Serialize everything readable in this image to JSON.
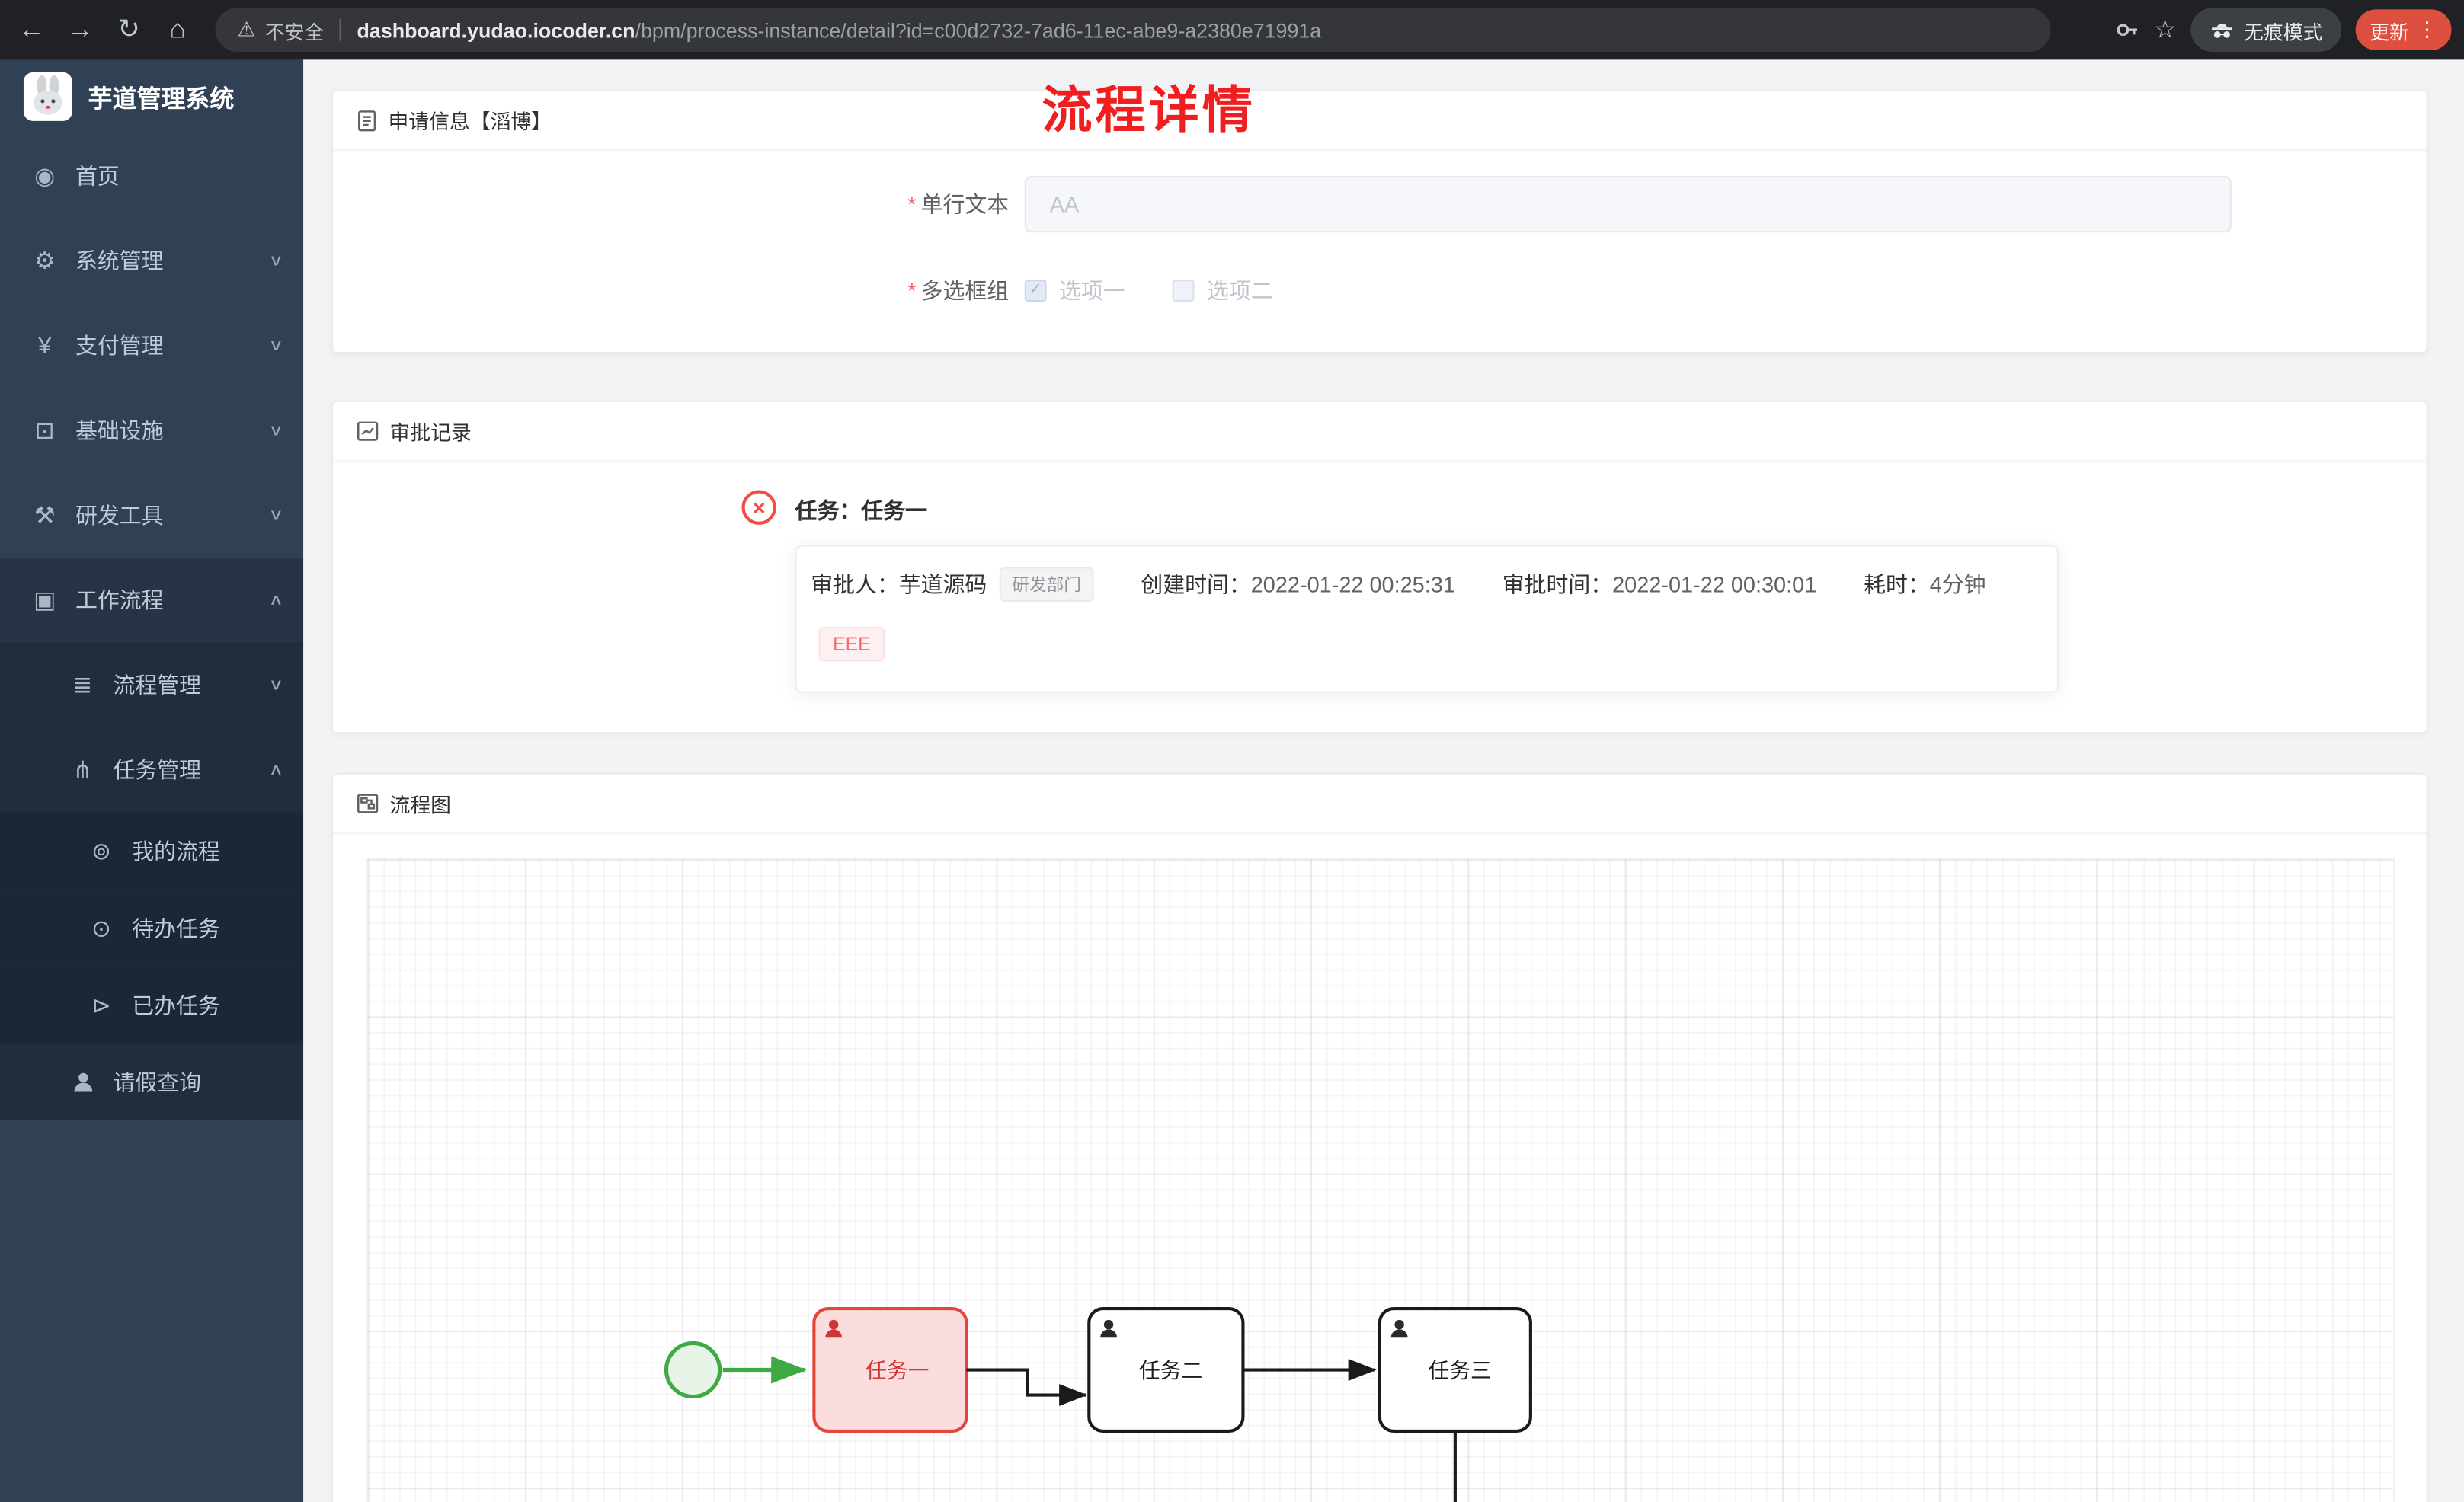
{
  "browser": {
    "security_label": "不安全",
    "url_domain": "dashboard.yudao.iocoder.cn",
    "url_path": "/bpm/process-instance/detail?id=c00d2732-7ad6-11ec-abe9-a2380e71991a",
    "incognito_label": "无痕模式",
    "update_label": "更新"
  },
  "sidebar": {
    "app_title": "芋道管理系统",
    "items": [
      {
        "label": "首页",
        "icon": "dashboard-icon",
        "level": 1
      },
      {
        "label": "系统管理",
        "icon": "gear-icon",
        "level": 1,
        "expanded": false
      },
      {
        "label": "支付管理",
        "icon": "payment-icon",
        "level": 1,
        "expanded": false
      },
      {
        "label": "基础设施",
        "icon": "infrastructure-icon",
        "level": 1,
        "expanded": false
      },
      {
        "label": "研发工具",
        "icon": "devtools-icon",
        "level": 1,
        "expanded": false
      },
      {
        "label": "工作流程",
        "icon": "workflow-icon",
        "level": 1,
        "expanded": true
      },
      {
        "label": "流程管理",
        "icon": "process-management-icon",
        "level": 2,
        "expanded": false
      },
      {
        "label": "任务管理",
        "icon": "task-management-icon",
        "level": 2,
        "expanded": true
      },
      {
        "label": "我的流程",
        "icon": "my-process-icon",
        "level": 3
      },
      {
        "label": "待办任务",
        "icon": "todo-task-icon",
        "level": 3
      },
      {
        "label": "已办任务",
        "icon": "done-task-icon",
        "level": 3
      },
      {
        "label": "请假查询",
        "icon": "leave-query-icon",
        "level": 2
      }
    ]
  },
  "page": {
    "title": "流程详情"
  },
  "apply_card": {
    "header": "申请信息【滔博】",
    "fields": [
      {
        "label": "单行文本",
        "required": true,
        "type": "input",
        "value": "AA"
      },
      {
        "label": "多选框组",
        "required": true,
        "type": "checkbox-group",
        "options": [
          {
            "label": "选项一",
            "checked": true
          },
          {
            "label": "选项二",
            "checked": false
          }
        ]
      }
    ]
  },
  "approval_card": {
    "header": "审批记录",
    "tasks": [
      {
        "title": "任务：任务一",
        "status": "rejected",
        "approver_label": "审批人：",
        "approver_name": "芋道源码",
        "approver_dept": "研发部门",
        "created_label": "创建时间：",
        "created_time": "2022-01-22 00:25:31",
        "approved_label": "审批时间：",
        "approved_time": "2022-01-22 00:30:01",
        "duration_label": "耗时：",
        "duration": "4分钟",
        "reason": "EEE"
      }
    ]
  },
  "diagram_card": {
    "header": "流程图",
    "nodes": [
      {
        "id": "start",
        "type": "startEvent",
        "status": "completed"
      },
      {
        "id": "task-1",
        "type": "userTask",
        "label": "任务一",
        "status": "rejected-highlight"
      },
      {
        "id": "task-2",
        "type": "userTask",
        "label": "任务二",
        "status": "default"
      },
      {
        "id": "task-3",
        "type": "userTask",
        "label": "任务三",
        "status": "default"
      }
    ],
    "flows": [
      {
        "from": "start",
        "to": "task-1",
        "highlight": "green"
      },
      {
        "from": "task-1",
        "to": "task-2",
        "highlight": "none"
      },
      {
        "from": "task-2",
        "to": "task-3",
        "highlight": "none"
      },
      {
        "from": "task-3",
        "to": "offscreen-below",
        "highlight": "none"
      }
    ]
  },
  "colors": {
    "page_title": "#f01e1e",
    "sidebar_bg": "#304156",
    "submenu_bg": "#1f2d3d",
    "danger": "#f56c6c",
    "start_event_stroke": "#3faa44",
    "task_highlight_stroke": "#e5453a",
    "task_highlight_fill": "#fbdddd",
    "update_button_bg": "#dd4f3e"
  }
}
